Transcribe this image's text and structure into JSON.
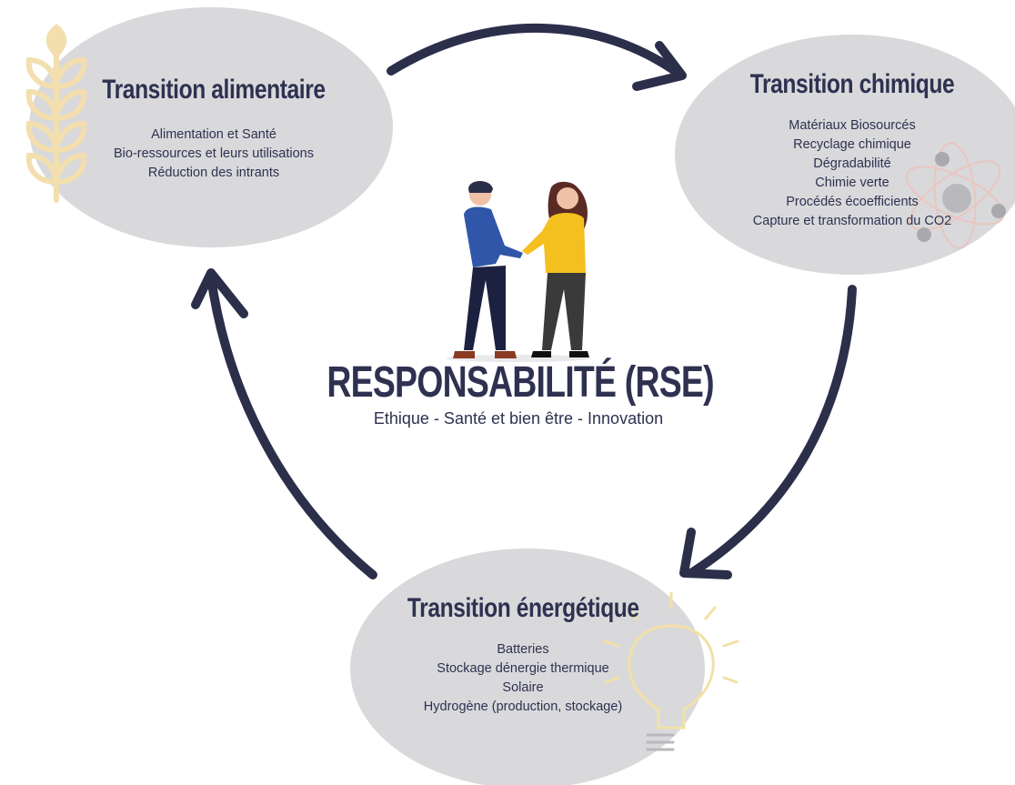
{
  "colors": {
    "ellipse": "#d9d9dc",
    "arrow": "#2b2f4a",
    "text": "#2e3150",
    "wheat": "#f3dfae",
    "bulb": "#f2e1a6",
    "atom": "#e9c6c0"
  },
  "nodes": {
    "alimentaire": {
      "title": "Transition alimentaire",
      "items": [
        "Alimentation et Santé",
        "Bio-ressources et leurs utilisations",
        "Réduction des intrants"
      ],
      "icon": "wheat-icon"
    },
    "chimique": {
      "title": "Transition chimique",
      "items": [
        "Matériaux Biosourcés",
        "Recyclage chimique",
        "Dégradabilité",
        "Chimie verte",
        "Procédés écoefficients",
        "Capture et transformation du CO2"
      ],
      "icon": "atom-icon"
    },
    "energetique": {
      "title": "Transition énergétique",
      "items": [
        "Batteries",
        "Stockage dénergie thermique",
        "Solaire",
        "Hydrogène (production, stockage)"
      ],
      "icon": "lightbulb-icon"
    }
  },
  "center": {
    "title": "RESPONSABILITÉ (RSE)",
    "subtitle": "Ethique - Santé et bien être - Innovation",
    "icon": "handshake-people-icon"
  }
}
